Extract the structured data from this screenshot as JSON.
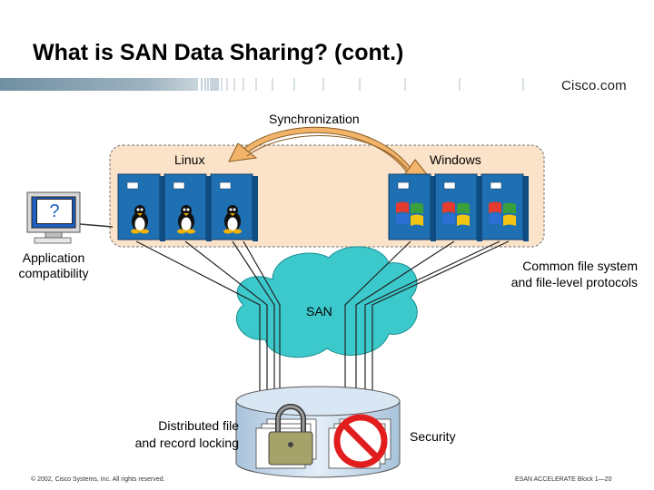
{
  "slide": {
    "title": "What is SAN Data Sharing? (cont.)",
    "logo_text": "Cisco.com"
  },
  "diagram": {
    "synchronization": "Synchronization",
    "linux": "Linux",
    "windows": "Windows",
    "question_mark": "?",
    "application_compatibility": "Application\ncompatibility",
    "common_file_system": "Common file system\nand file-level protocols",
    "san": "SAN",
    "distributed_file_locking": "Distributed file\nand record locking",
    "security": "Security"
  },
  "footer": {
    "copyright": "© 2002, Cisco Systems, Inc. All rights reserved.",
    "course": "ESAN ACCELERATE Block 1—20"
  },
  "colors": {
    "header_bar": "#8fa6b4",
    "server_group_fill": "#fbe3c9",
    "server_blue": "#1f6fb3",
    "cloud": "#3cc9cc",
    "storage": "#cfe0ef",
    "no_sign": "#e21d1d",
    "lock": "#a6a36a"
  }
}
